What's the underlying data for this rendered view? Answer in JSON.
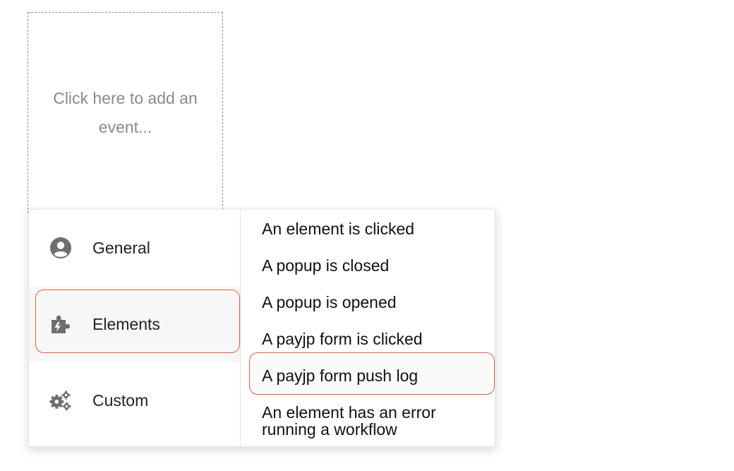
{
  "placeholder": {
    "text": "Click here to add an event..."
  },
  "menu": {
    "categories": [
      {
        "label": "General",
        "icon": "user-circle-icon"
      },
      {
        "label": "Elements",
        "icon": "puzzle-bolt-icon",
        "selected": true
      },
      {
        "label": "Custom",
        "icon": "gears-icon"
      }
    ],
    "events": [
      {
        "label": "An element is clicked"
      },
      {
        "label": "A popup is closed"
      },
      {
        "label": "A popup is opened"
      },
      {
        "label": "A payjp form is clicked"
      },
      {
        "label": "A payjp form push log",
        "highlighted": true
      },
      {
        "label": "An element has an error running a workflow"
      }
    ]
  },
  "colors": {
    "highlight": "#e0603f",
    "icon": "#6f6f6f",
    "placeholder_text": "#8a8a8a"
  }
}
